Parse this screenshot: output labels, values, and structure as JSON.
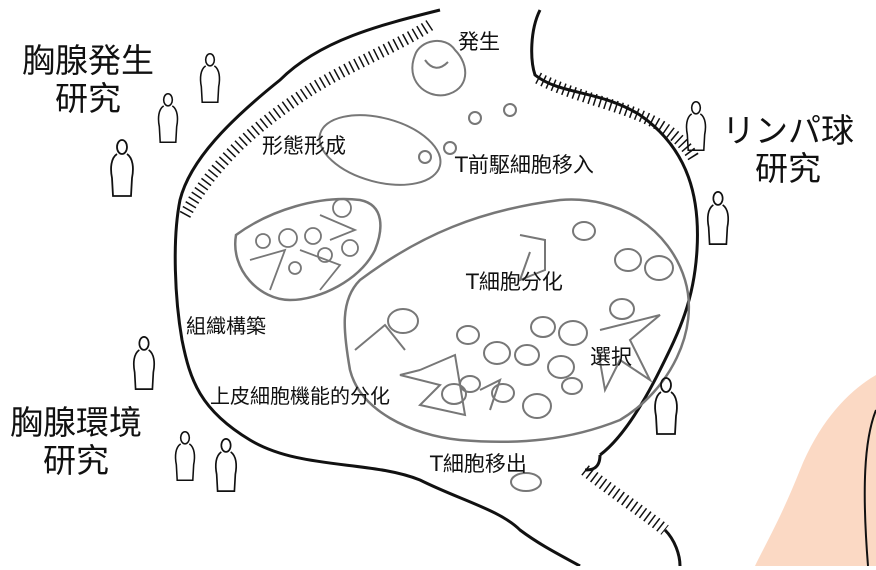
{
  "outer_labels": {
    "thymus_development": {
      "line1": "胸腺発生",
      "line2": "研究"
    },
    "lymphocyte": {
      "line1": "リンパ球",
      "line2": "研究"
    },
    "thymus_environment": {
      "line1": "胸腺環境",
      "line2": "研究"
    }
  },
  "inner_labels": {
    "development": "発生",
    "morphogenesis": "形態形成",
    "t_precursor_migration": "T前駆細胞移入",
    "t_cell_differentiation": "T細胞分化",
    "tissue_construction": "組織構築",
    "selection": "選択",
    "epithelial_differentiation": "上皮細胞機能的分化",
    "t_cell_emigration": "T細胞移出"
  },
  "colors": {
    "outline": "#111111",
    "inner_line": "#777777",
    "skin": "#fbd9c4"
  }
}
